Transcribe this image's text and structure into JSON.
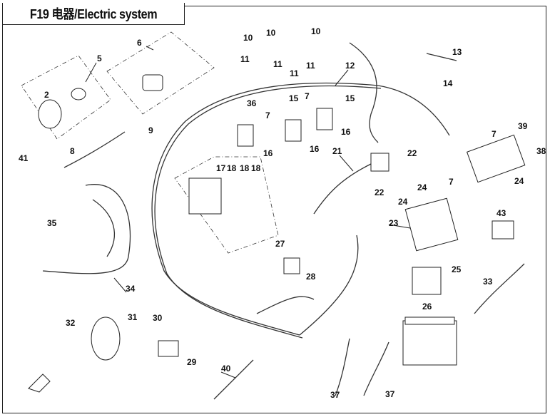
{
  "title": "F19 电器/Electric system",
  "callouts": [
    "5",
    "6",
    "2",
    "10",
    "10",
    "10",
    "11",
    "11",
    "11",
    "11",
    "12",
    "13",
    "14",
    "15",
    "15",
    "7",
    "7",
    "36",
    "16",
    "16",
    "16",
    "9",
    "8",
    "21",
    "22",
    "22",
    "7",
    "39",
    "38",
    "7",
    "24",
    "24",
    "24",
    "41",
    "35",
    "17",
    "18",
    "18",
    "18",
    "43",
    "23",
    "27",
    "28",
    "25",
    "33",
    "34",
    "31",
    "32",
    "30",
    "29",
    "26",
    "40",
    "37",
    "37"
  ]
}
